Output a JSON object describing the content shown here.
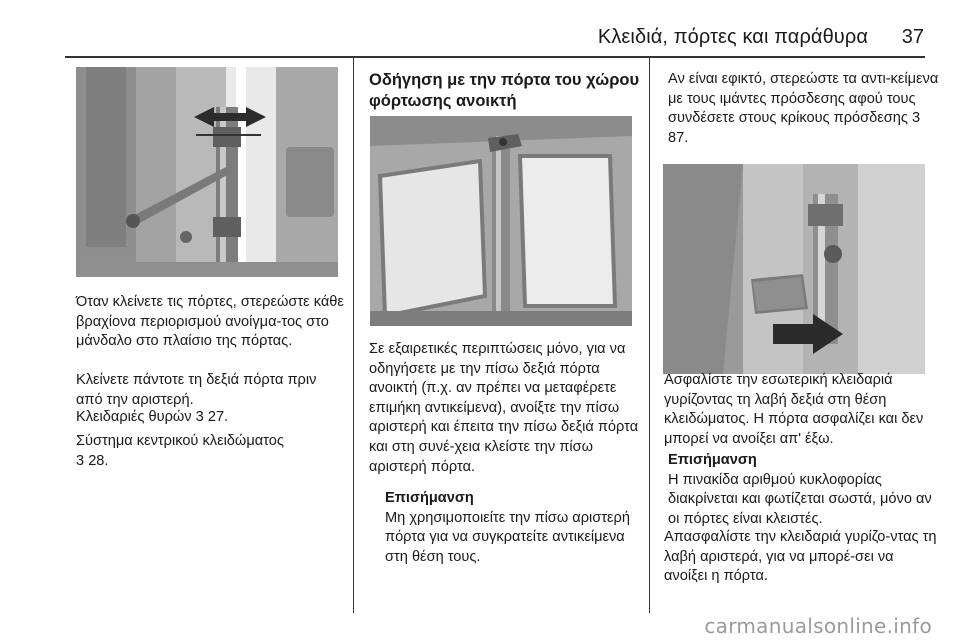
{
  "header": {
    "title": "Κλειδιά, πόρτες και παράθυρα",
    "page_number": "37"
  },
  "col1": {
    "p1": "Όταν κλείνετε τις πόρτες, στερεώστε κάθε βραχίονα περιορισμού ανοίγμα-τος στο μάνδαλο στο πλαίσιο της πόρτας.",
    "p2": "Κλείνετε πάντοτε τη δεξιά πόρτα πριν από την αριστερή.",
    "p3_text": "Κλειδαριές θυρών",
    "p3_ref": "27.",
    "p4_text": "Σύστημα κεντρικού κλειδώματος",
    "p4_ref": "28."
  },
  "col2": {
    "heading": "Οδήγηση με την πόρτα του χώρου φόρτωσης ανοικτή",
    "p1": "Σε εξαιρετικές περιπτώσεις μόνο, για να οδηγήσετε με την πίσω δεξιά πόρτα ανοικτή (π.χ. αν πρέπει να μεταφέρετε επιμήκη αντικείμενα), ανοίξτε την πίσω αριστερή και έπειτα την πίσω δεξιά πόρτα και στη συνέ-χεια κλείστε την πίσω αριστερή πόρτα.",
    "note_title": "Επισήμανση",
    "note_body": "Μη χρησιμοποιείτε την πίσω αριστερή πόρτα για να συγκρατείτε αντικείμενα στη θέση τους."
  },
  "col3": {
    "p1_text": "Αν είναι εφικτό, στερεώστε τα αντι-κείμενα με τους ιμάντες πρόσδεσης αφού τους συνδέσετε στους κρίκους πρόσδεσης",
    "p1_ref": "87.",
    "p2": "Ασφαλίστε την εσωτερική κλειδαριά γυρίζοντας τη λαβή δεξιά στη θέση κλειδώματος. Η πόρτα ασφαλίζει και δεν μπορεί να ανοίξει απ' έξω.",
    "note_title": "Επισήμανση",
    "note_body": "Η πινακίδα αριθμού κυκλοφορίας διακρίνεται και φωτίζεται σωστά, μόνο αν οι πόρτες είναι κλειστές.",
    "p3": "Απασφαλίστε την κλειδαριά γυρίζο-ντας τη λαβή αριστερά, για να μπορέ-σει να ανοίξει η πόρτα."
  },
  "ref_symbol": "3",
  "watermark": "carmanualsonline.info"
}
